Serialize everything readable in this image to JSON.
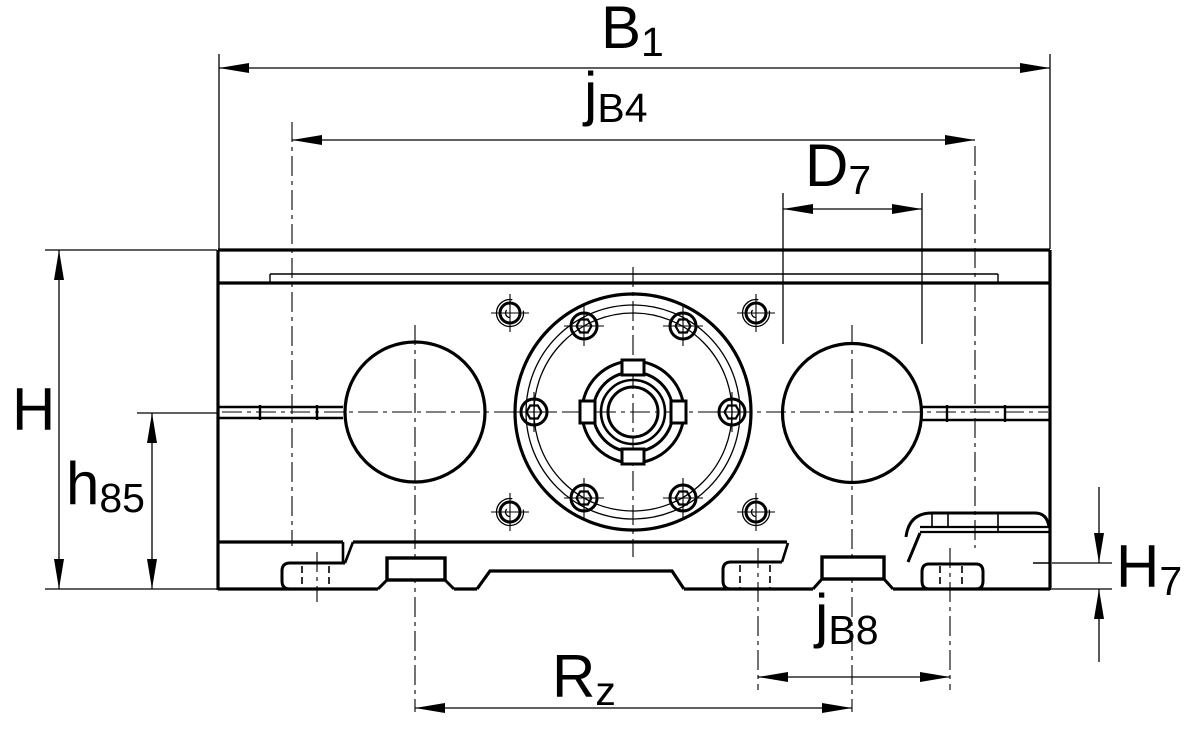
{
  "colors": {
    "line": "#000000",
    "background": "#ffffff"
  },
  "dimensions": {
    "b1": {
      "main": "B",
      "sub": "1"
    },
    "jb4": {
      "main": "j",
      "sub": "B4"
    },
    "d7": {
      "main": "D",
      "sub": "7"
    },
    "h": {
      "main": "H"
    },
    "h85": {
      "main": "h",
      "sub": "85"
    },
    "h7": {
      "main": "H",
      "sub": "7"
    },
    "jb8": {
      "main": "j",
      "sub": "B8"
    },
    "rz": {
      "main": "R",
      "sub": "z"
    }
  }
}
